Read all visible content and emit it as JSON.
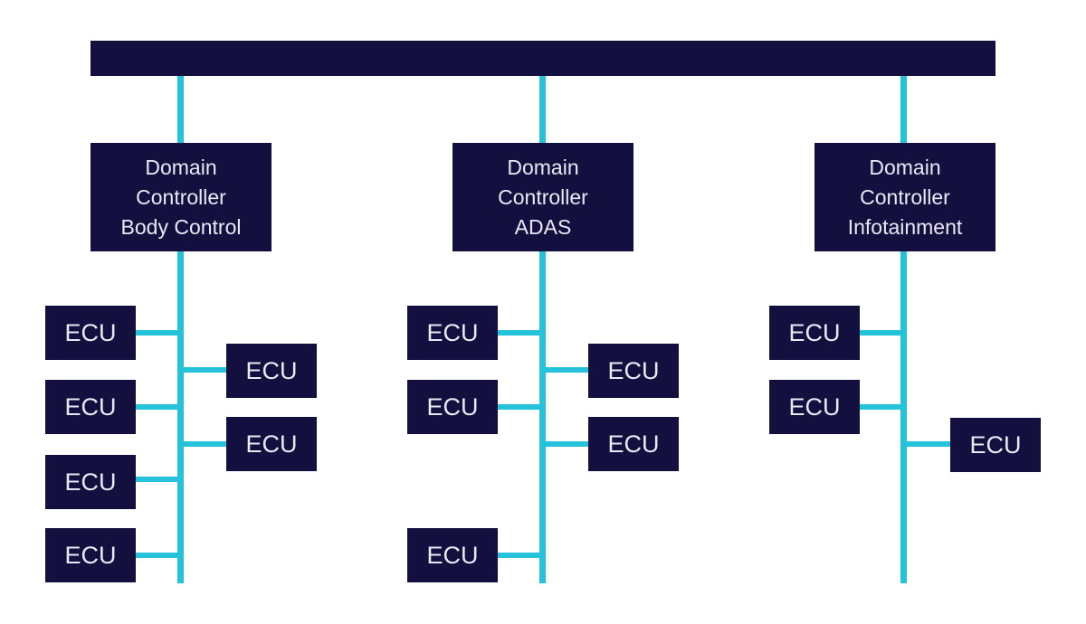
{
  "labels": {
    "ecu": "ECU"
  },
  "domain_controllers": [
    {
      "id": "body-control",
      "label": "Domain\nController\nBody Control"
    },
    {
      "id": "adas",
      "label": "Domain\nController\nADAS"
    },
    {
      "id": "infotainment",
      "label": "Domain\nController\nInfotainment"
    }
  ],
  "colors": {
    "box": "#130f3e",
    "bus": "#25c3d9",
    "text": "#e8e9f2",
    "background": "#ffffff"
  }
}
